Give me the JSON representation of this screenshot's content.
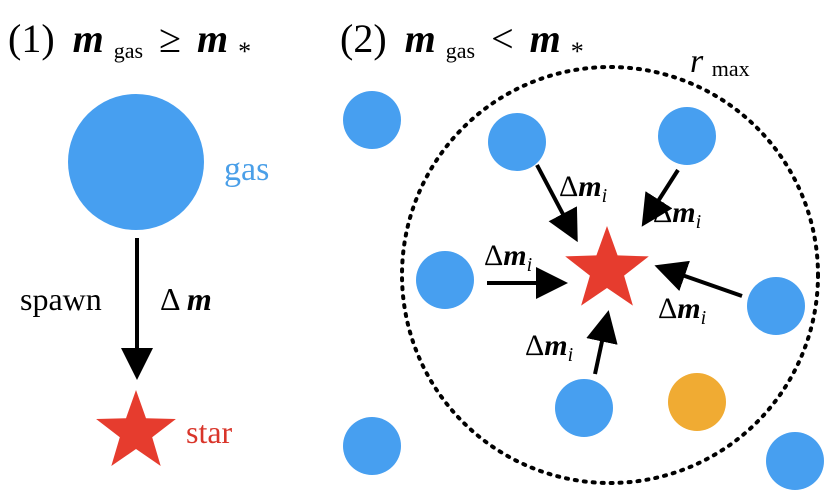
{
  "panel1": {
    "label_num": "(1)",
    "label_m": "m",
    "label_sub": "gas",
    "label_rel": "≥",
    "label_mstar": "m",
    "label_star_sub": "*",
    "gas_label": "gas",
    "spawn_label": "spawn",
    "delta_m_prefix": "Δ",
    "delta_m_var": "m",
    "star_label": "star"
  },
  "panel2": {
    "label_num": "(2)",
    "label_m": "m",
    "label_sub": "gas",
    "label_rel": "<",
    "label_mstar": "m",
    "label_star_sub": "*",
    "radius_var": "r",
    "radius_sub": "max",
    "dm_prefix": "Δ",
    "dm_var": "m",
    "dm_sub": "i"
  },
  "colors": {
    "gas": "#479ff0",
    "star": "#e63c2e",
    "other": "#f0ab33",
    "gas_text": "#4a9fe8",
    "star_text": "#d9352a",
    "ink": "#000000"
  }
}
